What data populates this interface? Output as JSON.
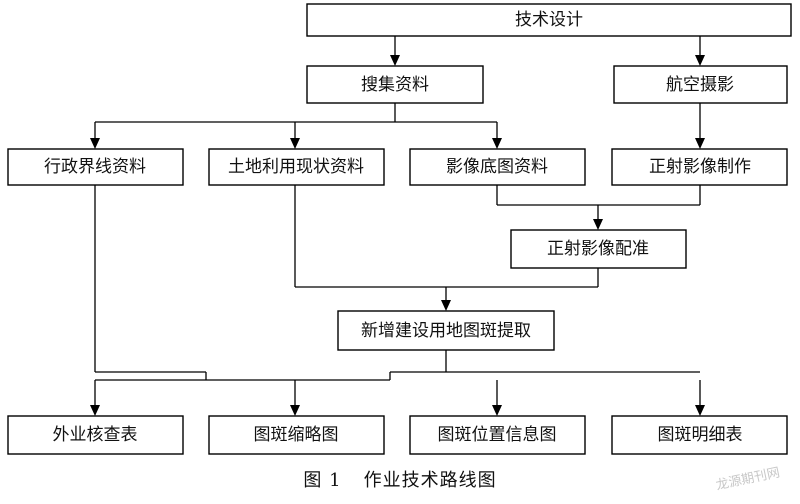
{
  "nodes": {
    "tech_design": "技术设计",
    "collect_data": "搜集资料",
    "aerial_photo": "航空摄影",
    "admin_boundary": "行政界线资料",
    "land_use": "土地利用现状资料",
    "image_base": "影像底图资料",
    "ortho_making": "正射影像制作",
    "ortho_register": "正射影像配准",
    "new_parcel": "新增建设用地图斑提取",
    "field_check": "外业核查表",
    "parcel_thumbnail": "图斑缩略图",
    "parcel_location": "图斑位置信息图",
    "parcel_detail": "图斑明细表"
  },
  "caption": {
    "number": "图 1",
    "title": "作业技术路线图"
  },
  "watermark": "龙源期刊网"
}
